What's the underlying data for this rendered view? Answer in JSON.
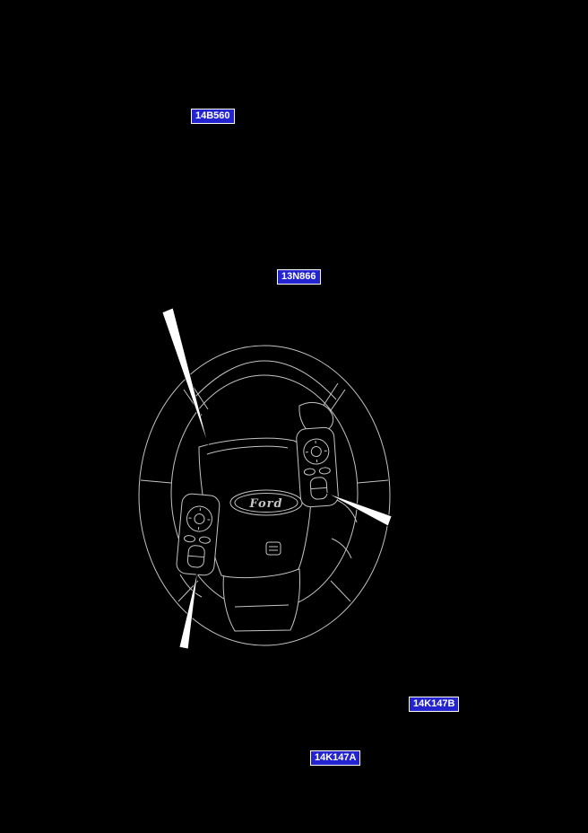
{
  "theme": {
    "page-bg": "#000000",
    "label-bg": "#2323cf",
    "label-border": "#ffffff",
    "label-text": "#ffffff",
    "line-color": "#c4c4c4",
    "arrow-fill": "#ffffff"
  },
  "labels": [
    {
      "text": "14B560"
    },
    {
      "text": "13N866"
    },
    {
      "text": "14K147B"
    },
    {
      "text": "14K147A"
    }
  ],
  "illustration": {
    "badge_text": "Ford"
  }
}
